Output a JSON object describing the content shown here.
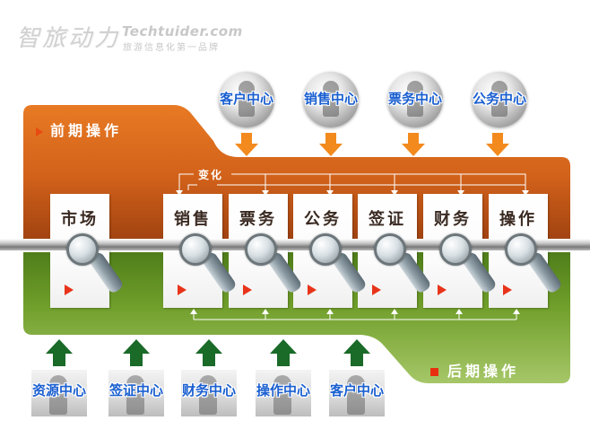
{
  "logo": {
    "script_text": "智旅动力",
    "domain": "Techtuider.com",
    "slogan": "旅游信息化第一品牌"
  },
  "panels": {
    "front_label": "前期操作",
    "back_label": "后期操作",
    "change_label": "变化"
  },
  "top_centers": [
    {
      "label": "客户中心"
    },
    {
      "label": "销售中心"
    },
    {
      "label": "票务中心"
    },
    {
      "label": "公务中心"
    }
  ],
  "stages": [
    {
      "label": "市场"
    },
    {
      "label": "销售"
    },
    {
      "label": "票务"
    },
    {
      "label": "公务"
    },
    {
      "label": "签证"
    },
    {
      "label": "财务"
    },
    {
      "label": "操作"
    }
  ],
  "bottom_centers": [
    {
      "label": "资源中心"
    },
    {
      "label": "签证中心"
    },
    {
      "label": "财务中心"
    },
    {
      "label": "操作中心"
    },
    {
      "label": "客户中心"
    }
  ],
  "colors": {
    "orange_panel": "#d8661b",
    "green_panel": "#6f9e2a",
    "label_blue": "#1a5fd0",
    "arrow_orange": "#f28a1e",
    "arrow_green": "#1a6a28",
    "play_red": "#e8341a"
  },
  "icons": {
    "center_photo": "person-photo-icon",
    "magnifier": "magnifier-icon",
    "play": "play-icon"
  }
}
